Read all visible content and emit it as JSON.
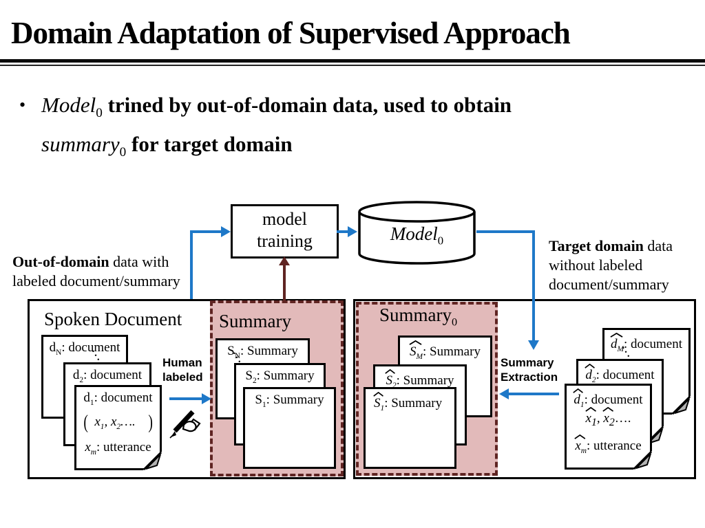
{
  "title": "Domain Adaptation of Supervised Approach",
  "bullet": {
    "glyph": "•",
    "m1": "Model",
    "m1sub": "0",
    "t1": " trined by out-of-domain data, used to obtain",
    "m2": "summary",
    "m2sub": "0",
    "t2": " for target domain"
  },
  "flow": {
    "training1": "model",
    "training2": "training",
    "db": "Model",
    "dbsub": "0"
  },
  "labels": {
    "out1": "Out-of-domain",
    "out2": " data with",
    "out3": "labeled document/summary",
    "tgt1": "Target domain",
    "tgt2": " data",
    "tgt3": "without labeled",
    "tgt4": "document/summary",
    "human1": "Human",
    "human2": "labeled",
    "extract1": "Summary",
    "extract2": "Extraction"
  },
  "panels": {
    "spoken": {
      "title": "Spoken Document",
      "dN": {
        "b": "d",
        "s": "N",
        "r": ": document"
      },
      "d2": {
        "b": "d",
        "s": "2",
        "r": ": document"
      },
      "d1": {
        "b": "d",
        "s": "1",
        "r": ": document",
        "open": "(",
        "x1": "x",
        "x1s": "1",
        "sep": ", ",
        "x2": "x",
        "x2s": "2",
        "dots": "….",
        "close": ")",
        "ub": "x",
        "us": "m",
        "ur": ": utterance"
      },
      "ddots": "···"
    },
    "summary": {
      "title": "Summary",
      "sN": {
        "b": "S",
        "s": "N",
        "r": ": Summary"
      },
      "s2": {
        "b": "S",
        "s": "2",
        "r": ": Summary"
      },
      "s1": {
        "b": "S",
        "s": "1",
        "r": ": Summary"
      },
      "ddots": "···"
    },
    "summary0": {
      "title": "Summary",
      "titlesub": "0",
      "sM": {
        "b": "S",
        "s": "M",
        "r": ": Summary"
      },
      "s2": {
        "b": "S",
        "s": "2",
        "r": ": Summary"
      },
      "s1": {
        "b": "S",
        "s": "1",
        "r": ": Summary"
      }
    },
    "target": {
      "dM": {
        "b": "d",
        "s": "M",
        "r": ": document"
      },
      "d2": {
        "b": "d",
        "s": "2",
        "r": ": document"
      },
      "d1": {
        "b": "d",
        "s": "1",
        "r": ": document",
        "x1": "x",
        "x1s": "1",
        "sep": ", ",
        "x2": "x",
        "x2s": "2",
        "dots": "….",
        "ub": "x",
        "us": "m",
        "ur": ": utterance"
      },
      "ddots": "···"
    }
  },
  "colors": {
    "blue": "#1e78c8",
    "maroon": "#5f2422",
    "pink": "#e2baba"
  }
}
